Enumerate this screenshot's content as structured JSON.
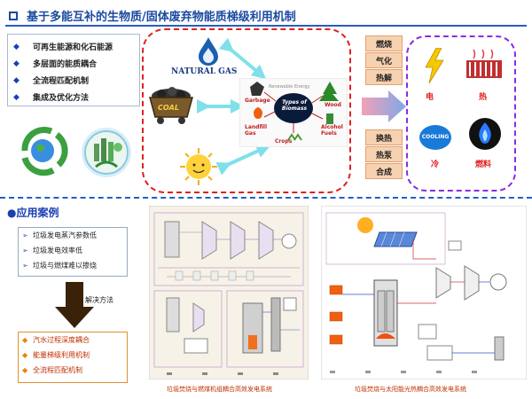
{
  "header": {
    "title": "基于多能互补的生物质/固体废弃物能质梯级利用机制"
  },
  "features": [
    {
      "text": "可再生能源和化石能源"
    },
    {
      "text": "多层面的能质耦合"
    },
    {
      "text": "全流程匹配机制"
    },
    {
      "text": "集成及优化方法"
    }
  ],
  "energy_sources": {
    "natural_gas": "NATURAL GAS",
    "coal": "COAL"
  },
  "biomass": {
    "center": "Types of Biomass",
    "garbage": "Garbage",
    "renewable": "Renewable Energy",
    "wood": "Wood",
    "landfill": "Landfill Gas",
    "alcohol": "Alcohol Fuels",
    "crops": "Crops"
  },
  "processes": {
    "top": [
      "燃烧",
      "气化",
      "热解"
    ],
    "bottom": [
      "换热",
      "热泵",
      "合成"
    ]
  },
  "outputs": {
    "electricity": "电",
    "heat": "热",
    "cooling_icon": "COOLING",
    "cold": "冷",
    "fuel": "燃料"
  },
  "case": {
    "title": "应用案例",
    "problems": [
      "垃圾发电蒸汽参数低",
      "垃圾发电效率低",
      "垃圾与燃煤难以掺烧"
    ],
    "solution_label": "解决方法",
    "solutions": [
      "汽水过程深度耦合",
      "能量梯级利用机制",
      "全流程匹配机制"
    ]
  },
  "figures": {
    "left_caption": "垃圾焚烧与燃煤机组耦合高效发电系统",
    "right_caption": "垃圾焚烧与太阳能光热耦合高效发电系统"
  },
  "colors": {
    "title": "#1a4aa0",
    "red_border": "#e02020",
    "purple_border": "#8a2be2",
    "cyan_arrow": "#7fe0ea",
    "pink_arrow": "#f2a0b8",
    "solution_text": "#c03000"
  }
}
